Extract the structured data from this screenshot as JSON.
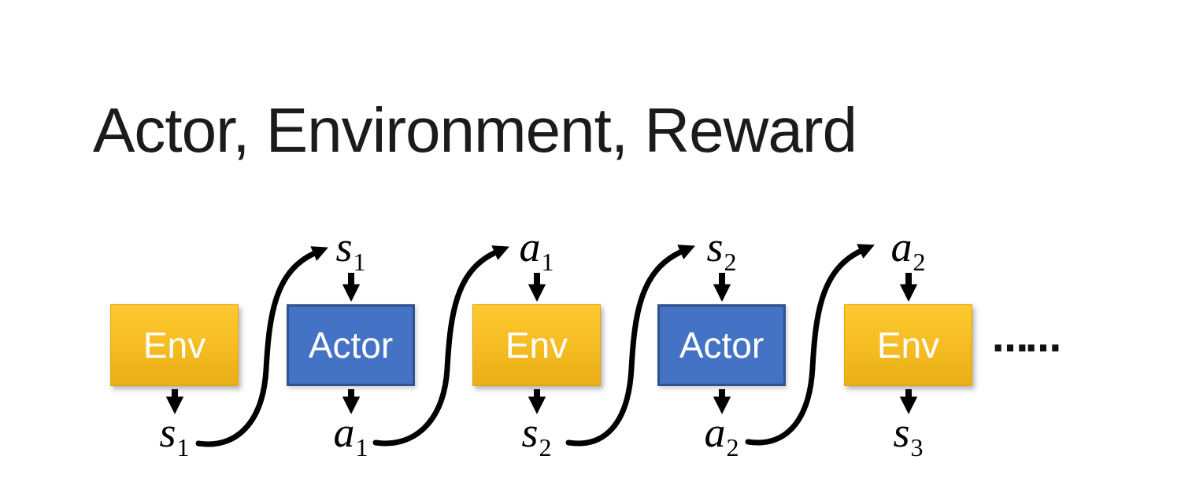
{
  "slide": {
    "title": "Actor, Environment, Reward",
    "ellipsis": "……"
  },
  "colors": {
    "env_gradient_top": "#FEC92F",
    "env_gradient_bottom": "#E9AE17",
    "env_border": "#DFA514",
    "actor_fill": "#4472C4",
    "actor_border": "#2F528F",
    "arrow": "#000000",
    "box_text": "#FFFFFF",
    "title_text": "#1B1B1B"
  },
  "diagram": {
    "units": [
      {
        "box_label": "Env",
        "kind": "env",
        "bottom_label": {
          "base": "s",
          "sub": "1"
        }
      },
      {
        "box_label": "Actor",
        "kind": "actor",
        "top_label": {
          "base": "s",
          "sub": "1"
        },
        "bottom_label": {
          "base": "a",
          "sub": "1"
        }
      },
      {
        "box_label": "Env",
        "kind": "env",
        "top_label": {
          "base": "a",
          "sub": "1"
        },
        "bottom_label": {
          "base": "s",
          "sub": "2"
        }
      },
      {
        "box_label": "Actor",
        "kind": "actor",
        "top_label": {
          "base": "s",
          "sub": "2"
        },
        "bottom_label": {
          "base": "a",
          "sub": "2"
        }
      },
      {
        "box_label": "Env",
        "kind": "env",
        "top_label": {
          "base": "a",
          "sub": "2"
        },
        "bottom_label": {
          "base": "s",
          "sub": "3"
        }
      }
    ]
  }
}
